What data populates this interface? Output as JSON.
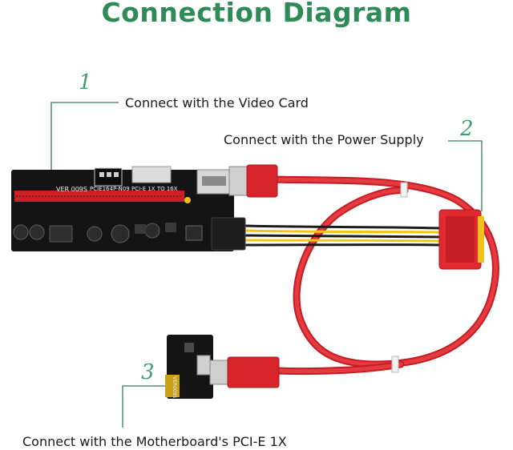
{
  "title": "Connection Diagram",
  "callouts": [
    {
      "number": "1",
      "label": "Connect with the Video Card"
    },
    {
      "number": "2",
      "label": "Connect with the Power Supply"
    },
    {
      "number": "3",
      "label": "Connect with the Motherboard's PCI-E 1X"
    }
  ],
  "board_marks": {
    "model": "VER 009S",
    "chip": "PCIE164P-N09",
    "pcie_note": "PCI-E 1X TO 16X",
    "adapter": "VER009S"
  },
  "colors": {
    "title": "#2e8b57",
    "callout_line": "#2e7d5b",
    "cable": "#e2222a",
    "pcb": "#141414",
    "slot": "#cc1f26"
  }
}
